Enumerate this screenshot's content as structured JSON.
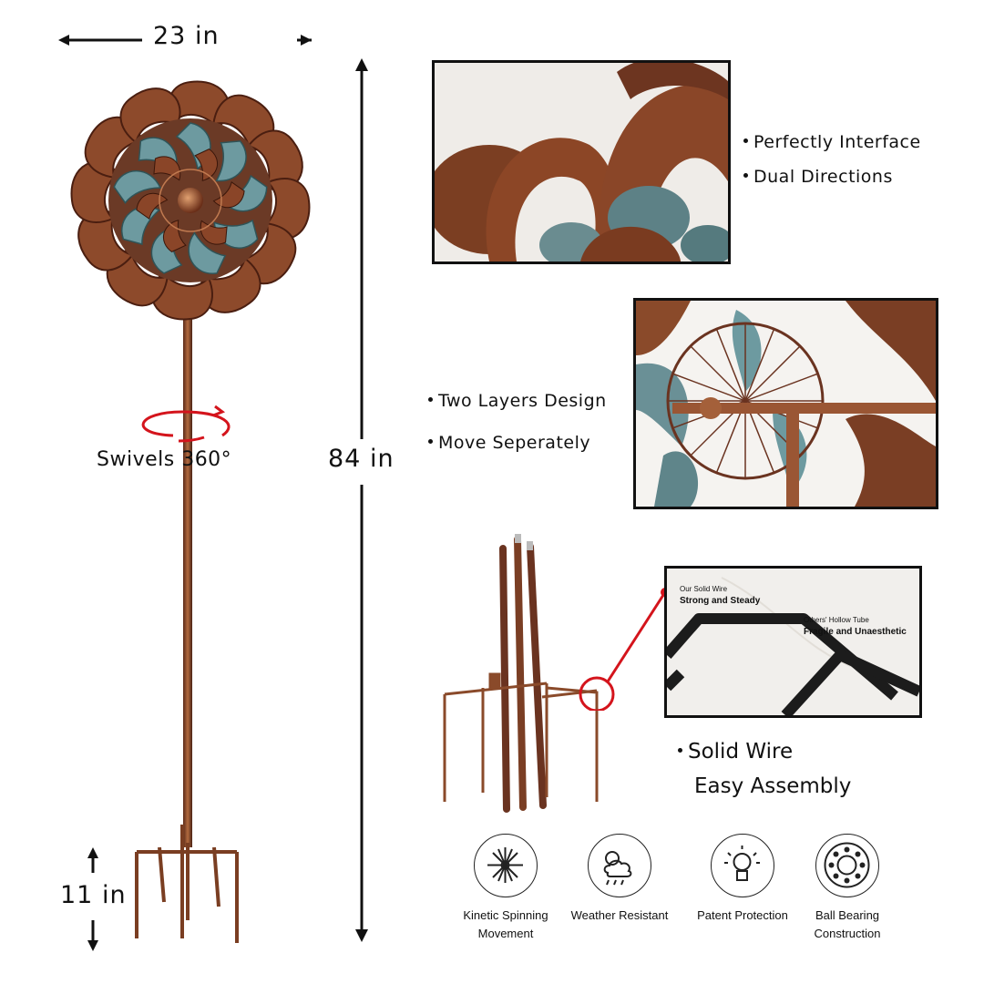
{
  "dimensions": {
    "width_label": "23 in",
    "height_label": "84 in",
    "base_label": "11 in",
    "swivel_label": "Swivels 360°"
  },
  "features": {
    "panel1": [
      "Perfectly Interface",
      "Dual Directions"
    ],
    "panel2": [
      "Two Layers Design",
      "Move Seperately"
    ],
    "panel3": [
      "Solid Wire",
      "Easy Assembly"
    ]
  },
  "wire_callout": {
    "ours_caption": "Our Solid Wire",
    "ours_title": "Strong and Steady",
    "others_caption": "Others' Hollow Tube",
    "others_title": "Fragile and Unaesthetic"
  },
  "icons": [
    {
      "name": "kinetic-spinning-icon",
      "line1": "Kinetic Spinning",
      "line2": "Movement"
    },
    {
      "name": "weather-resistant-icon",
      "line1": "Weather Resistant",
      "line2": ""
    },
    {
      "name": "patent-protection-icon",
      "line1": "Patent Protection",
      "line2": ""
    },
    {
      "name": "ball-bearing-icon",
      "line1": "Ball Bearing",
      "line2": "Construction"
    }
  ],
  "colors": {
    "copper": "#8a4a2a",
    "patina": "#5f8a90",
    "accent_red": "#d4141c"
  }
}
